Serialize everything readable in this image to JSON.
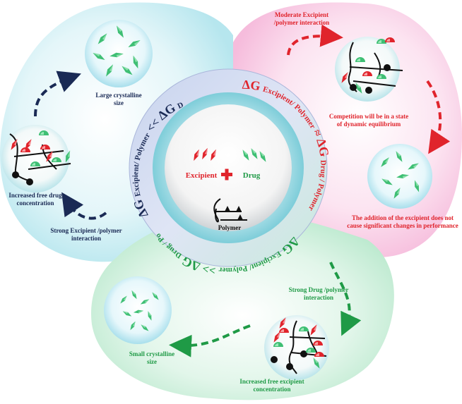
{
  "center": {
    "excipient": "Excipient",
    "drug": "Drug",
    "polymer": "Polymer"
  },
  "ring": {
    "left": {
      "part1": "ΔG",
      "part2": "Excipient/ Polymer",
      "part3": "<<",
      "part4": "ΔG",
      "part5": "Drug / Polymer"
    },
    "right": {
      "part1": "ΔG",
      "part2": "Excipient/ Polymer",
      "part3": "≈",
      "part4": "ΔG",
      "part5": "Drug / Polymer"
    },
    "bottom": {
      "part1": "ΔG",
      "part2": "Excipient/ Polymer",
      "part3": ">>",
      "part4": "ΔG",
      "part5": "Drug / Polymer"
    }
  },
  "left_lobe": {
    "large_size": "Large crystalline size",
    "increased_free_drug": "Increased free drug concentration",
    "strong_excipient": "Strong Excipient /polymer interaction"
  },
  "right_lobe": {
    "moderate": "Moderate Excipient /polymer interaction",
    "competition": "Competition will be in a state of dynamic equilibrium",
    "addition": "The addition of the excipient does not cause significant changes in performance"
  },
  "bottom_lobe": {
    "strong_drug": "Strong Drug /polymer interaction",
    "increased_free_excipient": "Increased free excipient concentration",
    "small_size": "Small crystalline size"
  },
  "colors": {
    "navy": "#1a2a55",
    "red": "#e0242c",
    "green": "#1f9a46",
    "crystal_green": "#3fbf74"
  }
}
